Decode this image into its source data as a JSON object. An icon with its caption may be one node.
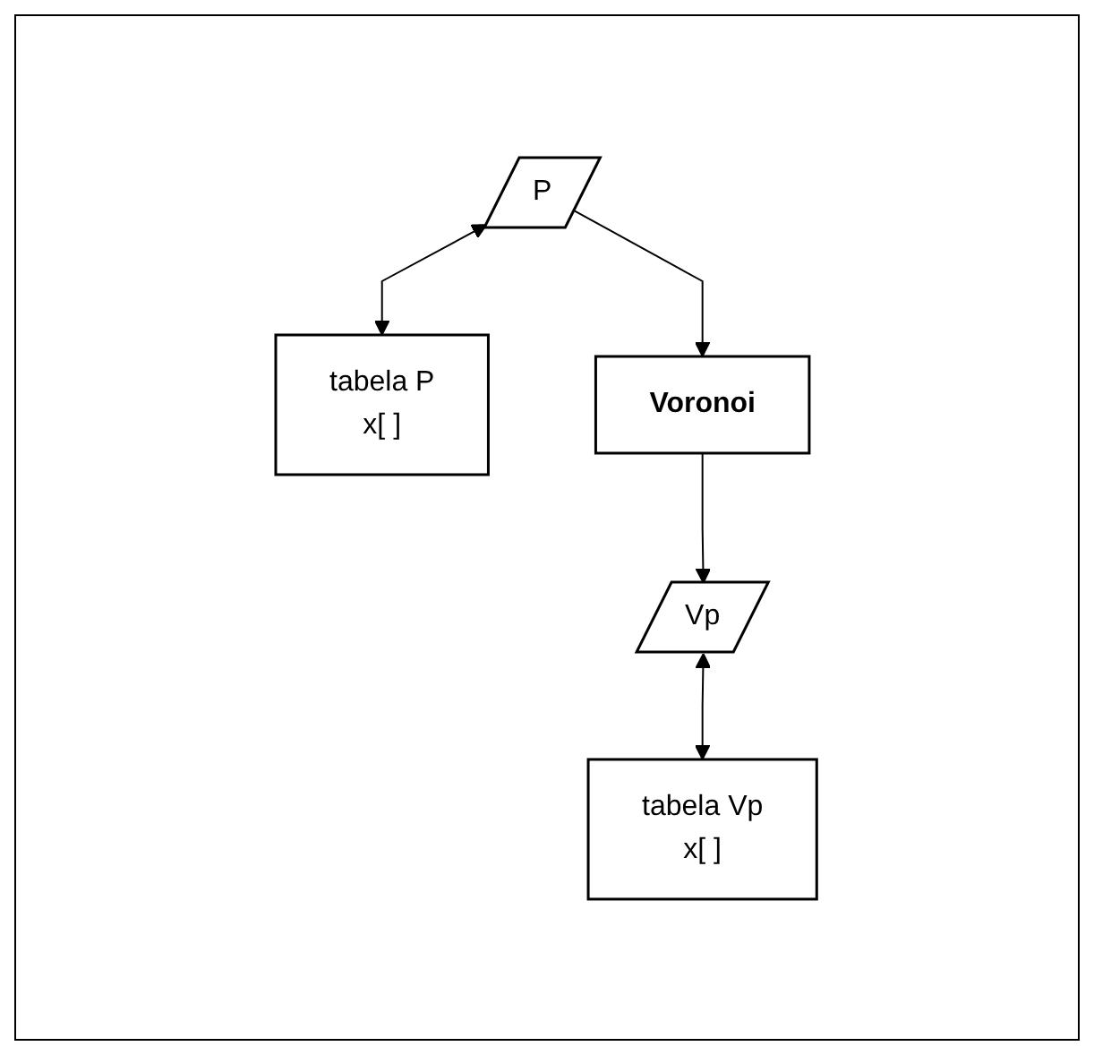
{
  "diagram": {
    "nodes": [
      {
        "text": [
          "P"
        ]
      },
      {
        "text": [
          "tabela P",
          "x[ ]"
        ]
      },
      {
        "text": [
          "Voronoi"
        ]
      },
      {
        "text": [
          "Vp"
        ]
      },
      {
        "text": [
          "tabela Vp",
          "x[ ]"
        ]
      }
    ],
    "edges": [
      {
        "from": 0,
        "to": 1,
        "arrow": "both"
      },
      {
        "from": 0,
        "to": 2,
        "arrow": "to"
      },
      {
        "from": 2,
        "to": 3,
        "arrow": "to"
      },
      {
        "from": 3,
        "to": 4,
        "arrow": "both"
      }
    ]
  }
}
